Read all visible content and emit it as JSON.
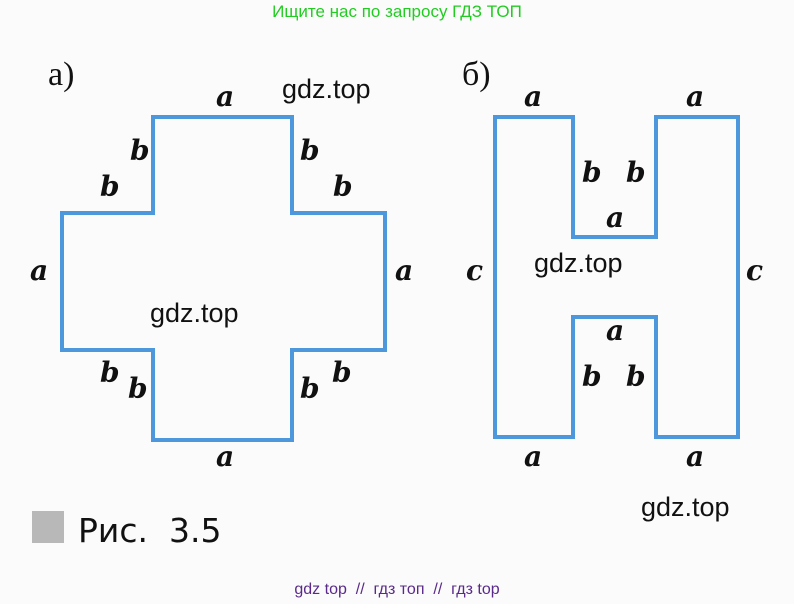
{
  "header_watermark": "Ищите нас по запросу ГДЗ ТОП",
  "footer_watermark": "gdz top  //  гдз топ  //  гдз top",
  "watermark": "gdz.top",
  "caption": "Рис.  3.5",
  "colors": {
    "outline": "#4d98dc",
    "header": "#22cc22",
    "footer": "#5a2a8a"
  },
  "figure_a": {
    "label": "а)",
    "side_a": "a",
    "side_b": "b"
  },
  "figure_b": {
    "label": "б)",
    "side_a": "a",
    "side_b": "b",
    "side_c": "c"
  }
}
